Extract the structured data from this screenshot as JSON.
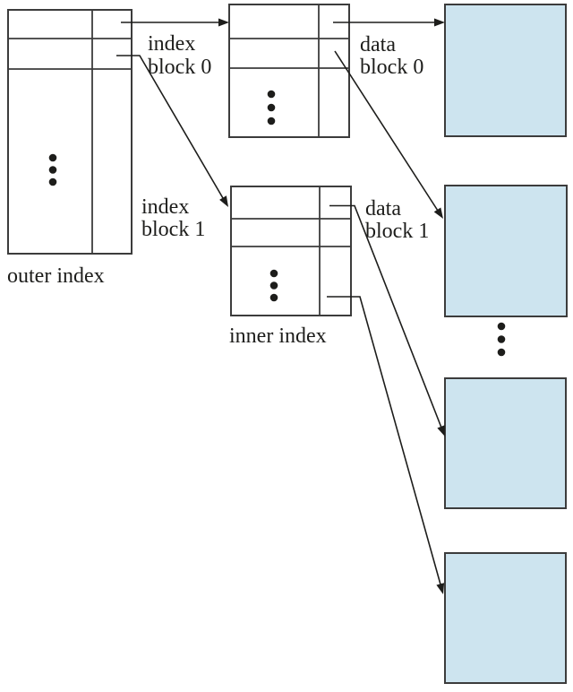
{
  "diagram": {
    "type": "multilevel-index",
    "outer_index": {
      "label": "outer index"
    },
    "inner_index": {
      "label": "inner index"
    },
    "index_blocks": [
      {
        "label_line1": "index",
        "label_line2": "block 0"
      },
      {
        "label_line1": "index",
        "label_line2": "block 1"
      }
    ],
    "data_blocks": [
      {
        "label_line1": "data",
        "label_line2": "block 0"
      },
      {
        "label_line1": "data",
        "label_line2": "block 1"
      }
    ],
    "ellipsis_glyph": "vertical-three-dots",
    "colors": {
      "ink": "#1d1d1b",
      "line": "#3c3c3c",
      "data_block_fill": "#cde4ef",
      "background": "#ffffff"
    }
  }
}
